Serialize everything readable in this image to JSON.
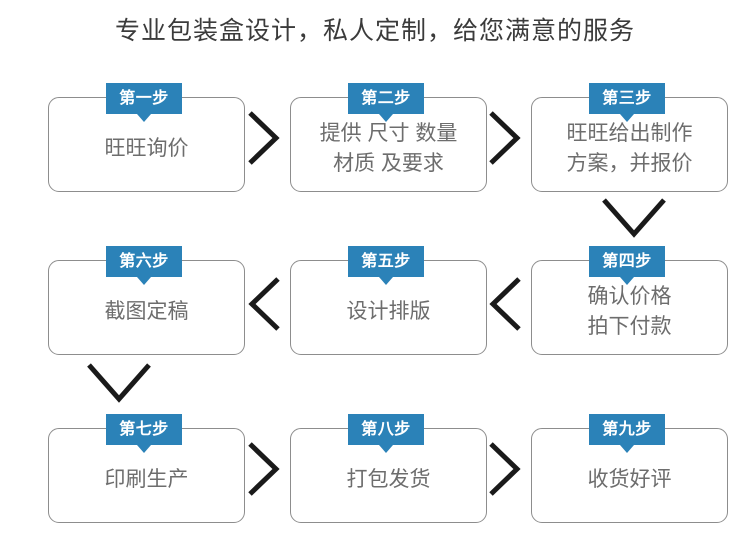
{
  "title": "专业包装盒设计，私人定制，给您满意的服务",
  "colors": {
    "tag_blue": "#2b82b8",
    "card_border": "#8d8d8d",
    "card_text": "#6d6d6d",
    "title_text": "#3b3b3b",
    "chevron": "#1a1a1a",
    "background": "#ffffff"
  },
  "rows": [
    {
      "steps": [
        {
          "tag": "第一步",
          "lines": [
            "旺旺询价"
          ]
        },
        {
          "tag": "第二步",
          "lines": [
            "提供 尺寸 数量",
            "材质 及要求"
          ]
        },
        {
          "tag": "第三步",
          "lines": [
            "旺旺给出制作",
            "方案，并报价"
          ]
        }
      ]
    },
    {
      "steps": [
        {
          "tag": "第六步",
          "lines": [
            "截图定稿"
          ]
        },
        {
          "tag": "第五步",
          "lines": [
            "设计排版"
          ]
        },
        {
          "tag": "第四步",
          "lines": [
            "确认价格",
            "拍下付款"
          ]
        }
      ]
    },
    {
      "steps": [
        {
          "tag": "第七步",
          "lines": [
            "印刷生产"
          ]
        },
        {
          "tag": "第八步",
          "lines": [
            "打包发货"
          ]
        },
        {
          "tag": "第九步",
          "lines": [
            "收货好评"
          ]
        }
      ]
    }
  ],
  "connectors": [
    {
      "name": "chevron-right-step1-step2",
      "direction": "right"
    },
    {
      "name": "chevron-right-step2-step3",
      "direction": "right"
    },
    {
      "name": "chevron-down-step3-step4",
      "direction": "down"
    },
    {
      "name": "chevron-left-step4-step5",
      "direction": "left"
    },
    {
      "name": "chevron-left-step5-step6",
      "direction": "left"
    },
    {
      "name": "chevron-down-step6-step7",
      "direction": "down"
    },
    {
      "name": "chevron-right-step7-step8",
      "direction": "right"
    },
    {
      "name": "chevron-right-step8-step9",
      "direction": "right"
    }
  ]
}
